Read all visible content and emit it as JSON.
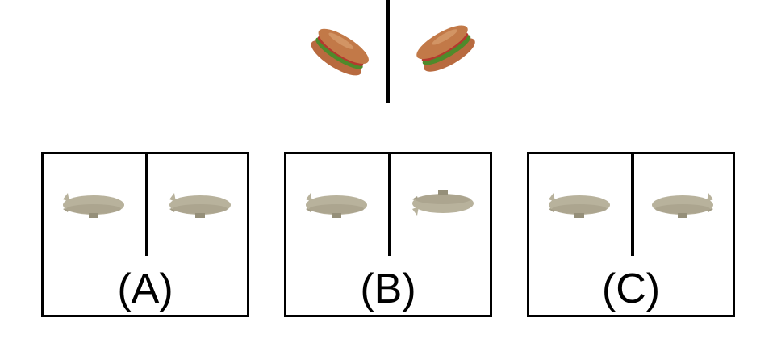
{
  "top_pair": {
    "left_item": "sandwich-icon",
    "right_item": "sandwich-icon",
    "colors": {
      "bread": "#b86a3f",
      "meat": "#b4392e",
      "lettuce": "#4f8a2b"
    }
  },
  "options": [
    {
      "label": "(A)",
      "left_item": "blimp-icon",
      "right_item": "blimp-icon"
    },
    {
      "label": "(B)",
      "left_item": "blimp-icon",
      "right_item": "blimp-icon"
    },
    {
      "label": "(C)",
      "left_item": "blimp-icon",
      "right_item": "blimp-icon"
    }
  ],
  "colors": {
    "blimp": "#b8b29c",
    "blimp_shadow": "#958f79",
    "line": "#000000"
  }
}
